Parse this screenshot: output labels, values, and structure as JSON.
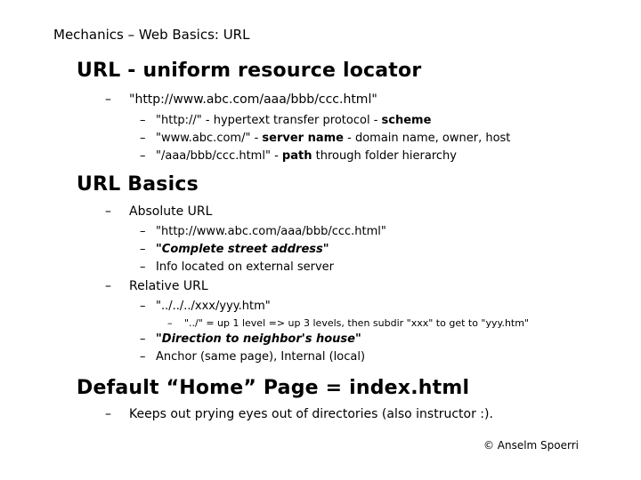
{
  "colors": {
    "background": "#ffffff",
    "text": "#000000"
  },
  "bullet": "–",
  "header": {
    "title": "Mechanics – Web Basics: URL"
  },
  "footer": {
    "credit": "© Anselm Spoerri"
  },
  "section_url": {
    "heading": "URL - uniform resource locator",
    "example_url": "\"http://www.abc.com/aaa/bbb/ccc.html\"",
    "scheme": {
      "pre": "\"http://\" - hypertext transfer protocol - ",
      "bold": "scheme",
      "post": ""
    },
    "server": {
      "pre": "\"www.abc.com/\" - ",
      "bold": "server name",
      "post": " - domain name, owner, host"
    },
    "path": {
      "pre": "\"/aaa/bbb/ccc.html\" - ",
      "bold": "path",
      "post": " through folder hierarchy"
    }
  },
  "section_basics": {
    "heading": "URL Basics",
    "absolute": {
      "label": "Absolute URL",
      "example_url": "\"http://www.abc.com/aaa/bbb/ccc.html\"",
      "metaphor": "\"Complete street address\"",
      "note": "Info located on external server"
    },
    "relative": {
      "label": "Relative URL",
      "example_url": "\"../../../xxx/yyy.htm\"",
      "explanation": "\"../\" = up 1 level => up 3 levels, then subdir \"xxx\" to get to \"yyy.htm\"",
      "metaphor": "\"Direction to neighbor's house\"",
      "note": "Anchor (same page), Internal (local)"
    }
  },
  "section_home": {
    "heading": "Default “Home” Page = index.html",
    "note": "Keeps out prying eyes out of directories (also instructor :)."
  }
}
